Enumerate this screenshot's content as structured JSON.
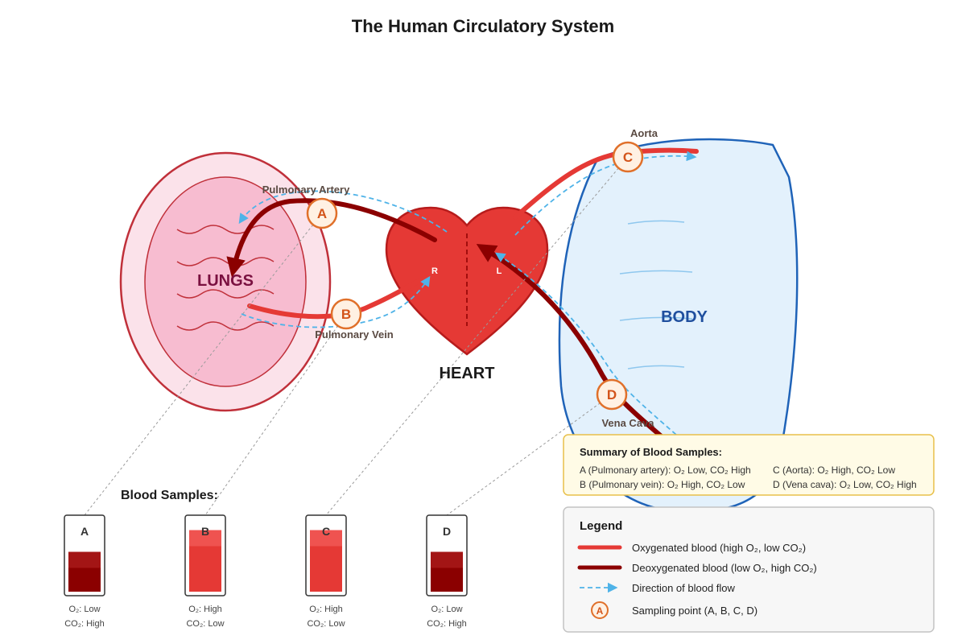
{
  "title": "The Human Circulatory System",
  "organs": {
    "lungs": "LUNGS",
    "heart": "HEART",
    "body": "BODY",
    "heart_right": "R",
    "heart_left": "L"
  },
  "vessels": {
    "pulmonary_artery": "Pulmonary Artery",
    "pulmonary_vein": "Pulmonary Vein",
    "aorta": "Aorta",
    "vena_cava": "Vena Cava"
  },
  "markers": [
    "A",
    "B",
    "C",
    "D"
  ],
  "samples": {
    "heading": "Blood Samples:",
    "items": [
      {
        "id": "A",
        "o2": "O₂: Low",
        "co2": "CO₂: High",
        "type": "deoxygenated",
        "fill_level": 0.55
      },
      {
        "id": "B",
        "o2": "O₂: High",
        "co2": "CO₂: Low",
        "type": "oxygenated",
        "fill_level": 0.85
      },
      {
        "id": "C",
        "o2": "O₂: High",
        "co2": "CO₂: Low",
        "type": "oxygenated",
        "fill_level": 0.85
      },
      {
        "id": "D",
        "o2": "O₂: Low",
        "co2": "CO₂: High",
        "type": "deoxygenated",
        "fill_level": 0.55
      }
    ]
  },
  "summary": {
    "title": "Summary of Blood Samples:",
    "a": "A (Pulmonary artery): O₂ Low, CO₂ High",
    "b": "B (Pulmonary vein): O₂ High, CO₂ Low",
    "c": "C (Aorta): O₂ High, CO₂ Low",
    "d": "D (Vena cava): O₂ Low, CO₂ High"
  },
  "legend": {
    "title": "Legend",
    "oxygenated": "Oxygenated blood (high O₂, low CO₂)",
    "deoxygenated": "Deoxygenated blood (low O₂, high CO₂)",
    "flow": "Direction of blood flow",
    "sampling": "Sampling point (A, B, C, D)",
    "sample_letter": "A"
  },
  "colors": {
    "oxygenated": "#e53935",
    "deoxygenated": "#8b0000",
    "flow_arrow": "#4fb3e8",
    "marker_stroke": "#e0702a",
    "marker_fill": "#fff1e3",
    "lungs_text": "#7a1040",
    "body_text": "#1f4f9e"
  }
}
